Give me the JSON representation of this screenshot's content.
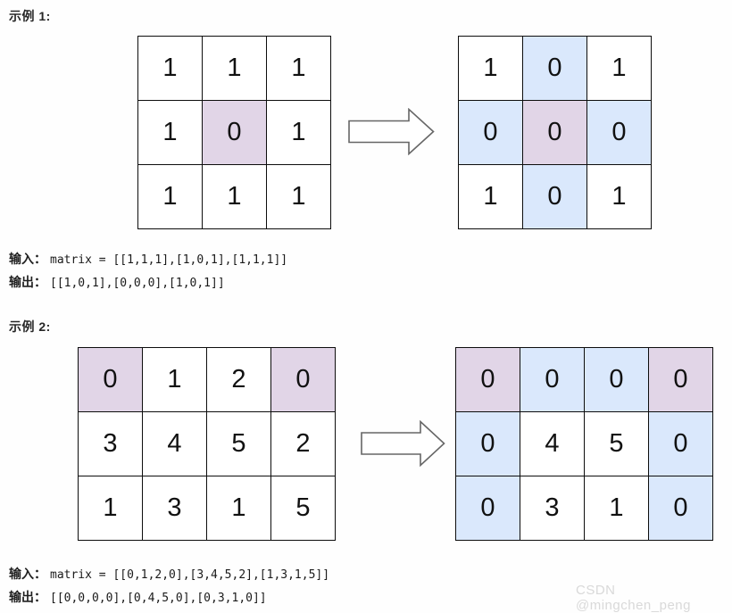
{
  "page": {
    "background": "#fefefe",
    "watermark": "CSDN @mingchen_peng"
  },
  "colors": {
    "purple": "#e1d5e7",
    "blue": "#dae8fc",
    "border": "#0d0d0d",
    "arrow_stroke": "#666666"
  },
  "icons": {
    "arrow": "block-arrow-right"
  },
  "examples": [
    {
      "label": "示例 1:",
      "input_label": "输入：",
      "input_code": "matrix = [[1,1,1],[1,0,1],[1,1,1]]",
      "output_label": "输出：",
      "output_code": "[[1,0,1],[0,0,0],[1,0,1]]",
      "before": {
        "cells": [
          [
            "1",
            "1",
            "1"
          ],
          [
            "1",
            "0",
            "1"
          ],
          [
            "1",
            "1",
            "1"
          ]
        ],
        "highlights": [
          [
            "w",
            "w",
            "w"
          ],
          [
            "w",
            "p",
            "w"
          ],
          [
            "w",
            "w",
            "w"
          ]
        ]
      },
      "after": {
        "cells": [
          [
            "1",
            "0",
            "1"
          ],
          [
            "0",
            "0",
            "0"
          ],
          [
            "1",
            "0",
            "1"
          ]
        ],
        "highlights": [
          [
            "w",
            "b",
            "w"
          ],
          [
            "b",
            "p",
            "b"
          ],
          [
            "w",
            "b",
            "w"
          ]
        ]
      }
    },
    {
      "label": "示例 2:",
      "input_label": "输入：",
      "input_code": "matrix = [[0,1,2,0],[3,4,5,2],[1,3,1,5]]",
      "output_label": "输出：",
      "output_code": "[[0,0,0,0],[0,4,5,0],[0,3,1,0]]",
      "before": {
        "cells": [
          [
            "0",
            "1",
            "2",
            "0"
          ],
          [
            "3",
            "4",
            "5",
            "2"
          ],
          [
            "1",
            "3",
            "1",
            "5"
          ]
        ],
        "highlights": [
          [
            "p",
            "w",
            "w",
            "p"
          ],
          [
            "w",
            "w",
            "w",
            "w"
          ],
          [
            "w",
            "w",
            "w",
            "w"
          ]
        ]
      },
      "after": {
        "cells": [
          [
            "0",
            "0",
            "0",
            "0"
          ],
          [
            "0",
            "4",
            "5",
            "0"
          ],
          [
            "0",
            "3",
            "1",
            "0"
          ]
        ],
        "highlights": [
          [
            "p",
            "b",
            "b",
            "p"
          ],
          [
            "b",
            "w",
            "w",
            "b"
          ],
          [
            "b",
            "w",
            "w",
            "b"
          ]
        ]
      }
    }
  ]
}
